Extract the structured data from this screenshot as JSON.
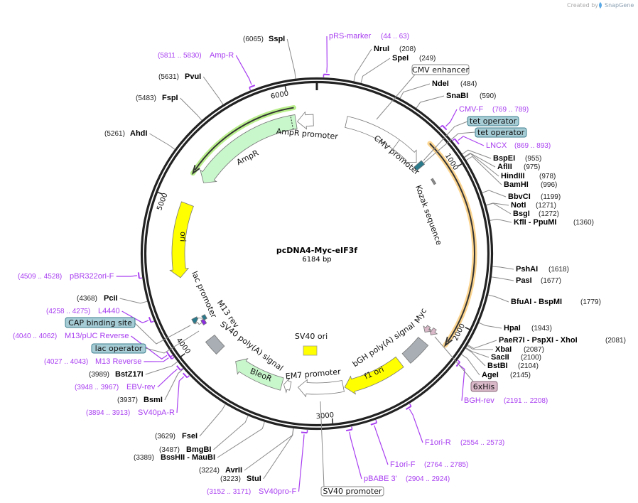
{
  "watermark": {
    "created_by": "Created by",
    "brand": "SnapGene"
  },
  "plasmid": {
    "name": "pcDNA4-Myc-eIF3f",
    "length": "6184 bp"
  },
  "ticks": [
    "1000",
    "2000",
    "3000",
    "4000",
    "5000",
    "6000"
  ],
  "enzymes": [
    {
      "name": "SspI",
      "pos": "(6065)"
    },
    {
      "name": "NruI",
      "pos": "(208)"
    },
    {
      "name": "SpeI",
      "pos": "(249)"
    },
    {
      "name": "NdeI",
      "pos": "(484)"
    },
    {
      "name": "SnaBI",
      "pos": "(590)"
    },
    {
      "name": "BspEI",
      "pos": "(955)"
    },
    {
      "name": "AflII",
      "pos": "(975)"
    },
    {
      "name": "HindIII",
      "pos": "(978)"
    },
    {
      "name": "BamHI",
      "pos": "(996)"
    },
    {
      "name": "BbvCI",
      "pos": "(1199)"
    },
    {
      "name": "NotI",
      "pos": "(1271)"
    },
    {
      "name": "BsgI",
      "pos": "(1272)"
    },
    {
      "name": "KflI  - PpuMI",
      "pos": "(1360)"
    },
    {
      "name": "PshAI",
      "pos": "(1618)"
    },
    {
      "name": "PasI",
      "pos": "(1677)"
    },
    {
      "name": "BfuAI  - BspMI",
      "pos": "(1779)"
    },
    {
      "name": "HpaI",
      "pos": "(1943)"
    },
    {
      "name": "PaeR7I  - PspXI  - XhoI",
      "pos": "(2081)"
    },
    {
      "name": "XbaI",
      "pos": "(2087)"
    },
    {
      "name": "SacII",
      "pos": "(2100)"
    },
    {
      "name": "BstBI",
      "pos": "(2104)"
    },
    {
      "name": "AgeI",
      "pos": "(2145)"
    },
    {
      "name": "StuI",
      "pos": "(3223)"
    },
    {
      "name": "AvrII",
      "pos": "(3224)"
    },
    {
      "name": "BssHII  - MauBI",
      "pos": "(3389)"
    },
    {
      "name": "BmgBI",
      "pos": "(3487)"
    },
    {
      "name": "FseI",
      "pos": "(3629)"
    },
    {
      "name": "BsmI",
      "pos": "(3937)"
    },
    {
      "name": "BstZ17I",
      "pos": "(3989)"
    },
    {
      "name": "PciI",
      "pos": "(4368)"
    },
    {
      "name": "AhdI",
      "pos": "(5261)"
    },
    {
      "name": "FspI",
      "pos": "(5483)"
    },
    {
      "name": "PvuI",
      "pos": "(5631)"
    }
  ],
  "primers": [
    {
      "name": "pRS-marker",
      "range": "(44 .. 63)"
    },
    {
      "name": "CMV-F",
      "range": "(769 .. 789)"
    },
    {
      "name": "LNCX",
      "range": "(869 .. 893)"
    },
    {
      "name": "BGH-rev",
      "range": "(2191 .. 2208)"
    },
    {
      "name": "F1ori-R",
      "range": "(2554 .. 2573)"
    },
    {
      "name": "F1ori-F",
      "range": "(2764 .. 2785)"
    },
    {
      "name": "pBABE 3'",
      "range": "(2904 .. 2924)"
    },
    {
      "name": "SV40pro-F",
      "range": "(3152 .. 3171)"
    },
    {
      "name": "SV40pA-R",
      "range": "(3894 .. 3913)"
    },
    {
      "name": "EBV-rev",
      "range": "(3948 .. 3967)"
    },
    {
      "name": "M13 Reverse",
      "range": "(4027 .. 4043)"
    },
    {
      "name": "M13/pUC Reverse",
      "range": "(4040 .. 4062)"
    },
    {
      "name": "L4440",
      "range": "(4258 .. 4275)"
    },
    {
      "name": "pBR322ori-F",
      "range": "(4509 .. 4528)"
    },
    {
      "name": "Amp-R",
      "range": "(5811 .. 5830)"
    }
  ],
  "boxed_features": {
    "cmv_enhancer": "CMV enhancer",
    "tet_operator_1": "tet operator",
    "tet_operator_2": "tet operator",
    "six_his": "6xHis",
    "cap_binding_site": "CAP binding site",
    "lac_operator": "lac operator",
    "sv40_promoter": "SV40 promoter"
  },
  "feature_labels": {
    "amp_promoter": "AmpR promoter",
    "ampr": "AmpR",
    "cmv_promoter": "CMV promoter",
    "kozak": "Kozak sequence",
    "ori": "ori",
    "lac_promoter": "lac promoter",
    "m13_rev": "M13 rev",
    "sv40_polya": "SV40 poly(A) signal",
    "bleor": "BleoR",
    "em7": "EM7 promoter",
    "sv40_ori": "SV40 ori",
    "bgh_polya": "bGH poly(A) signal",
    "f1_ori": "f1 ori",
    "myc": "Myc"
  },
  "colors": {
    "backbone": "#222222",
    "primer": "#a83ef0",
    "ori_yellow": "#ffff00",
    "resistance_green": "#c9f7cc",
    "operator_teal": "#a6cdd6",
    "tag_pink": "#d9b8c8",
    "orf_highlight": "#fcd590",
    "ampr_highlight": "#b9ef8c",
    "polya_gray": "#a8aeb4"
  }
}
